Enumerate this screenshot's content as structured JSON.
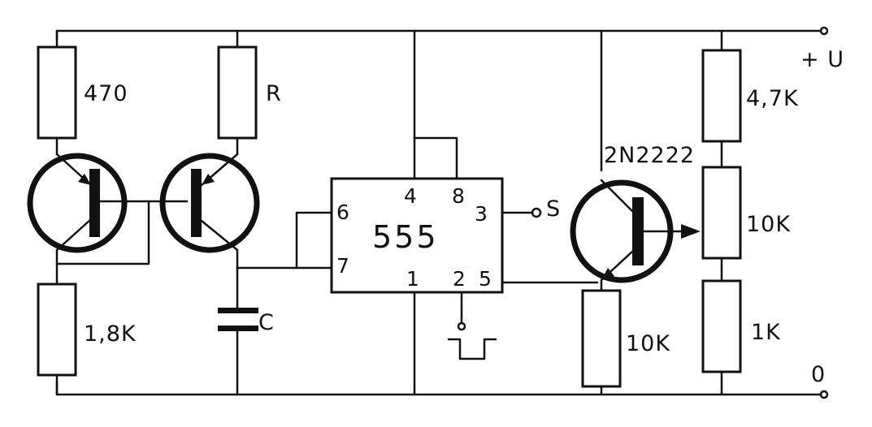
{
  "supply": {
    "positive": "+ U",
    "ground": "0"
  },
  "resistors": {
    "r470": "470",
    "rR": "R",
    "r18k": "1,8K",
    "r47k": "4,7K",
    "r10k_pot": "10K",
    "r1k": "1K",
    "r10k_emitter": "10K"
  },
  "capacitor": "C",
  "timer": {
    "name": "555",
    "pins": {
      "p4": "4",
      "p8": "8",
      "p3": "3",
      "p6": "6",
      "p7": "7",
      "p1": "1",
      "p2": "2",
      "p5": "5"
    }
  },
  "output": "S",
  "transistor": "2N2222"
}
